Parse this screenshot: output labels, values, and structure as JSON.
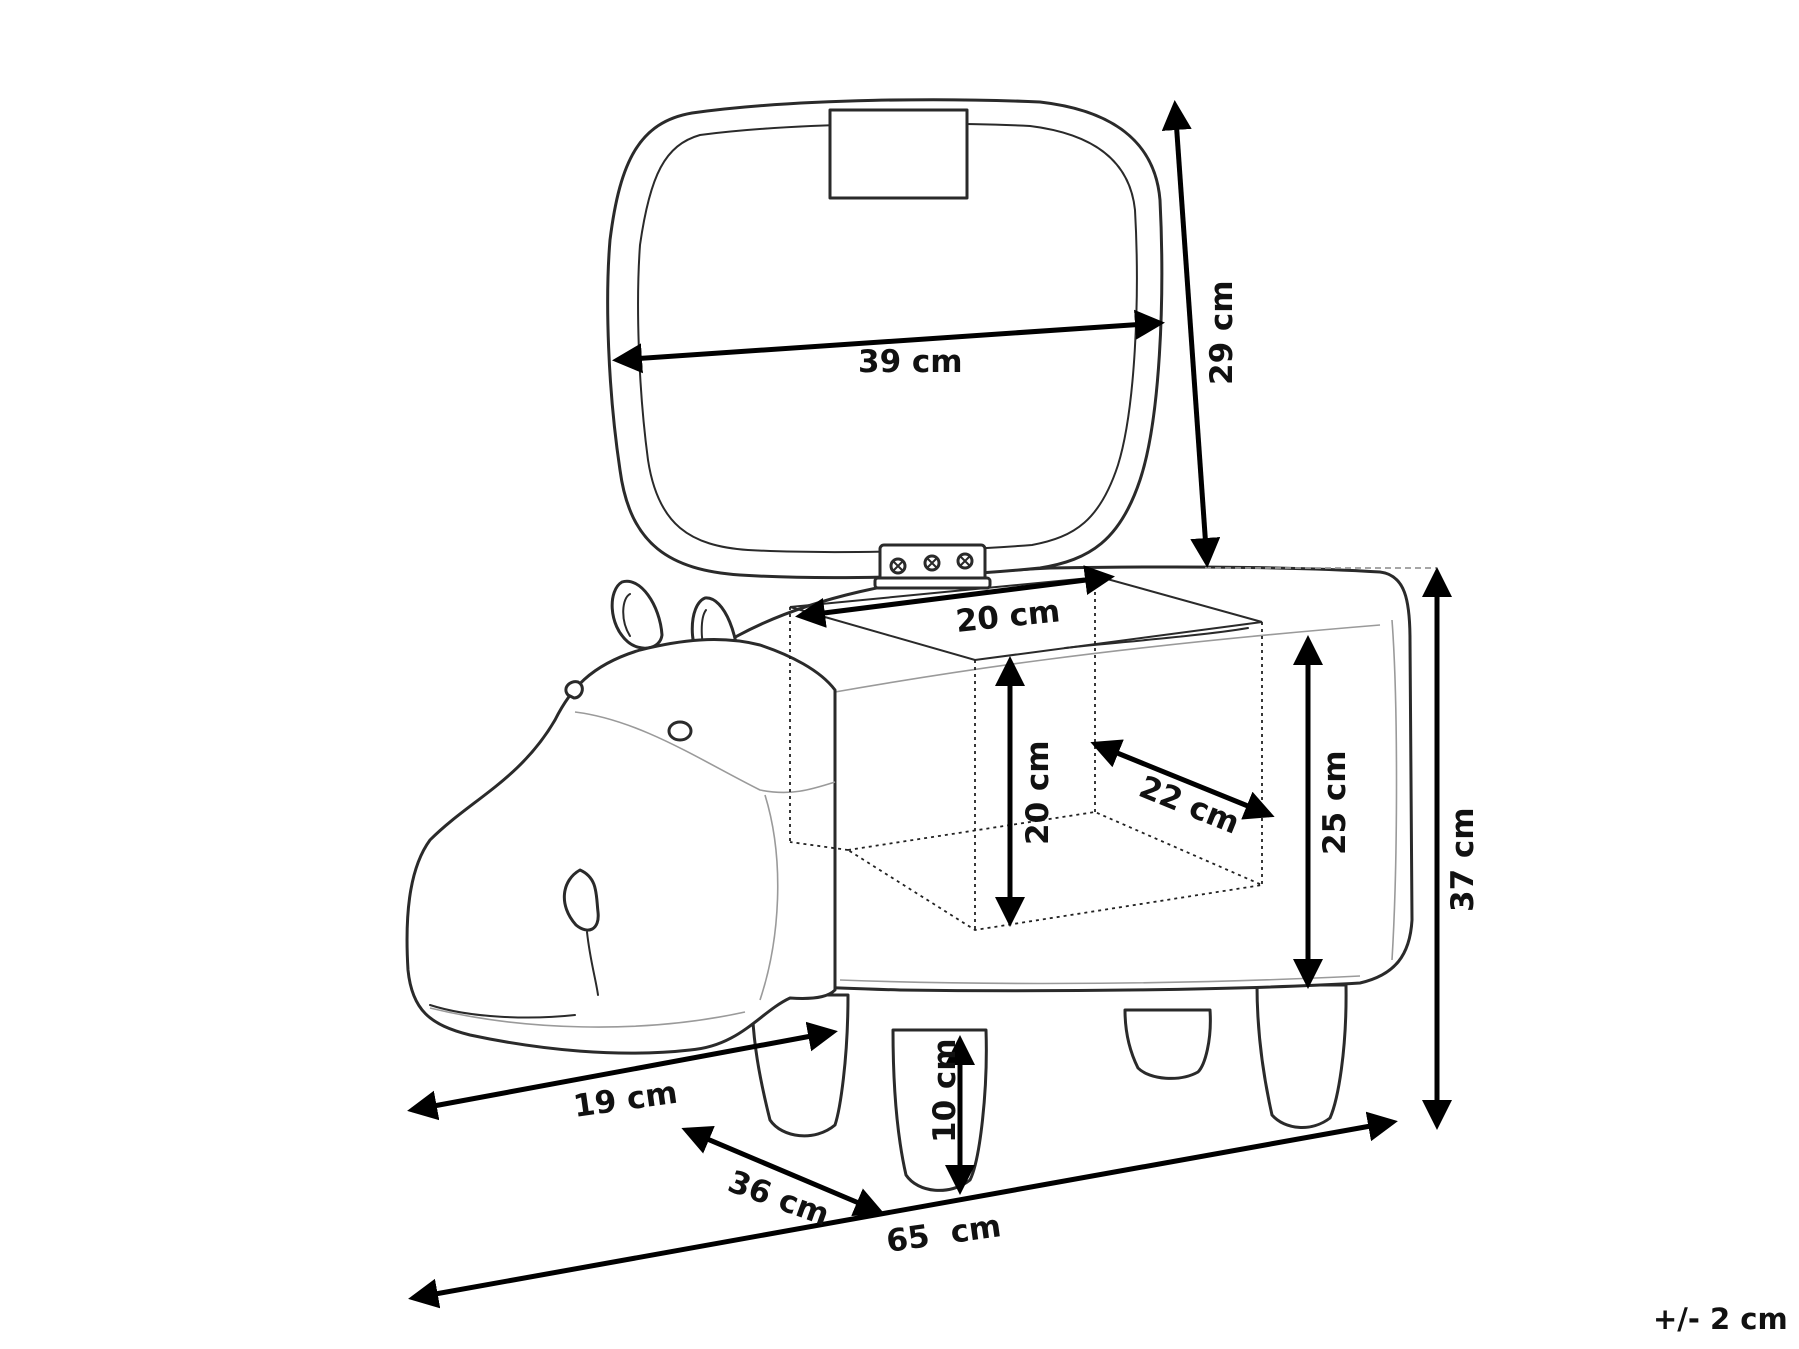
{
  "figure": {
    "subject": "hippo-storage-stool",
    "tolerance_label": "+/- 2 cm",
    "line_color": "#000000",
    "background": "#ffffff"
  },
  "dimensions": {
    "lid_width": "39 cm",
    "lid_height": "29 cm",
    "opening_width": "20 cm",
    "inner_depth": "20 cm",
    "inner_length": "22 cm",
    "body_height": "25 cm",
    "total_height": "37 cm",
    "head_length": "19 cm",
    "leg_height": "10 cm",
    "width": "36 cm",
    "length": "65  cm"
  }
}
